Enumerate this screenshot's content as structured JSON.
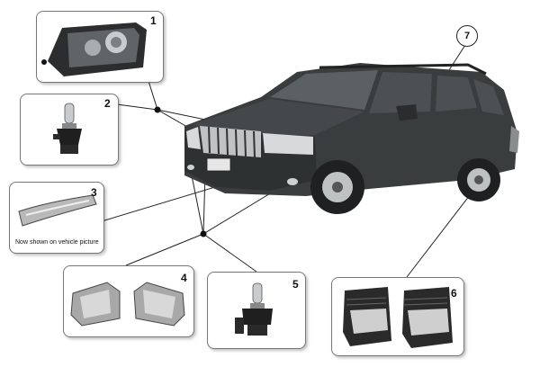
{
  "callouts": {
    "p1": "1",
    "p2": "2",
    "p3": "3",
    "p4": "4",
    "p5": "5",
    "p6": "6",
    "p7": "7"
  },
  "panel3_caption": "Now shown on vehicle picture",
  "colors": {
    "outline": "#777777",
    "line": "#222222",
    "vehicle": "#3a3d3e",
    "part": "#a8a8a8"
  },
  "icons": [
    "headlamp-assembly-icon",
    "halogen-bulb-icon",
    "side-marker-lens-icon",
    "fog-lamp-pair-icon",
    "fog-bulb-icon",
    "tail-lamp-pair-icon",
    "suv-vehicle-icon"
  ]
}
